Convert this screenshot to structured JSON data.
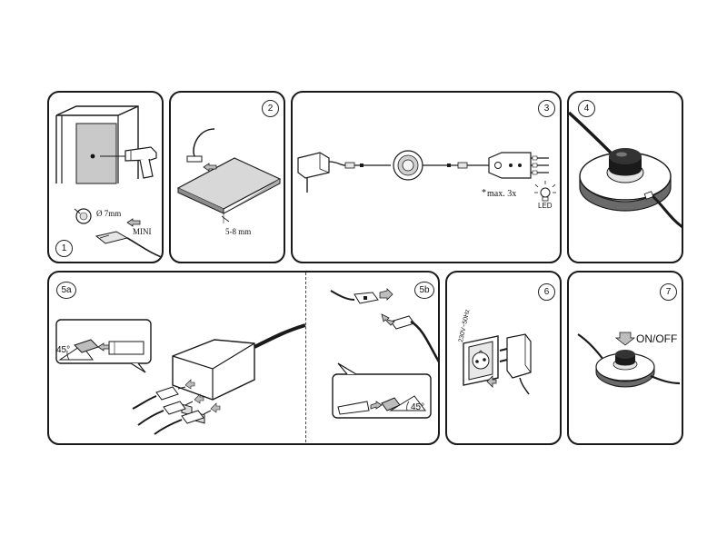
{
  "steps": {
    "s1": {
      "number": "1",
      "hole_diameter": "Ø 7mm",
      "connector_type": "MINI"
    },
    "s2": {
      "number": "2",
      "thickness": "5-8 mm"
    },
    "s3": {
      "number": "3",
      "max_count": "max. 3x",
      "asterisk": "*",
      "led_label": "LED"
    },
    "s4": {
      "number": "4"
    },
    "s5a": {
      "number": "5a",
      "angle": "45°"
    },
    "s5b": {
      "number": "5b",
      "angle": "45°"
    },
    "s6": {
      "number": "6",
      "voltage": "230V~50Hz"
    },
    "s7": {
      "number": "7",
      "switch_label": "ON/OFF"
    }
  },
  "colors": {
    "stroke": "#1a1a1a",
    "grey_fill": "#bdbdbd",
    "light_fill": "#e6e6e6"
  }
}
